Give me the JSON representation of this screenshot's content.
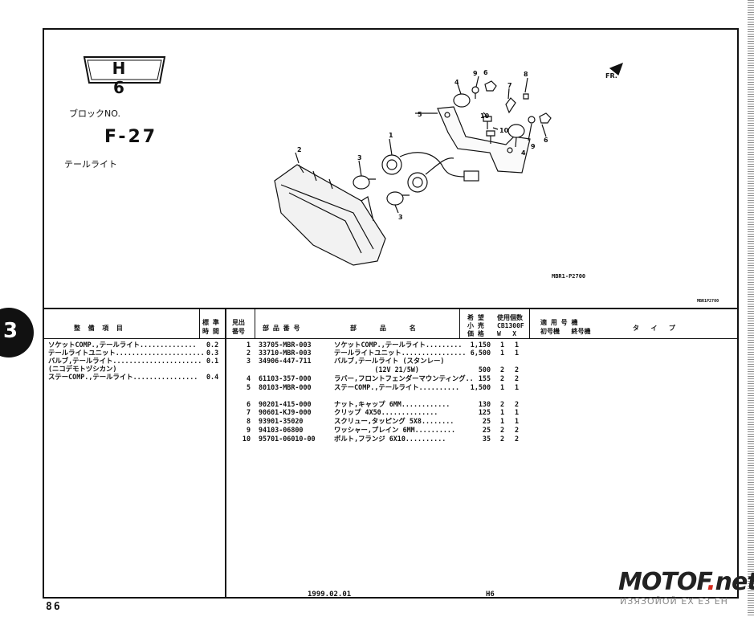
{
  "header": {
    "badge": "H 6",
    "block_label": "ブロックNO.",
    "block_number": "F-27",
    "title": "テールライト",
    "fr_label": "FR.",
    "diagram_code": "MBR1-P2700",
    "diagram_code_small": "MBR1P2700"
  },
  "side_tab": "3",
  "callouts": [
    "1",
    "2",
    "3",
    "3",
    "4",
    "4",
    "5",
    "6",
    "6",
    "7",
    "8",
    "9",
    "9",
    "10",
    "10"
  ],
  "table_headers": {
    "service_item": "整  備  項  目",
    "standard_time": "標 準\n時 間",
    "ref_no": "見出\n番号",
    "part_no": "部 品 番 号",
    "part_name": "部      品      名",
    "price": "希 望\n小 売\n価 格",
    "usage_qty": "使用個数\nCB1300F\nW   X",
    "applicable": "適 用 号 機\n初号機   終号機",
    "type": "タ   イ   プ"
  },
  "service_items": [
    {
      "name": "ソケットCOMP.,テールライト..............",
      "time": "0.2"
    },
    {
      "name": "テールライトユニット......................",
      "time": "0.3"
    },
    {
      "name": "バルブ,テールライト......................",
      "time": "0.1"
    },
    {
      "name": "(ニコデモトヅシカン)",
      "time": ""
    },
    {
      "name": "ステーCOMP.,テールライト................",
      "time": "0.4"
    }
  ],
  "parts": [
    {
      "ref": "1",
      "part_no": "33705-MBR-003",
      "name": "ソケットCOMP.,テールライト.........",
      "price": "1,150",
      "w": "1",
      "x": "1"
    },
    {
      "ref": "2",
      "part_no": "33710-MBR-003",
      "name": "テールライトユニット................",
      "price": "6,500",
      "w": "1",
      "x": "1"
    },
    {
      "ref": "3",
      "part_no": "34906-447-711",
      "name": "バルブ,テールライト (スタンレー)",
      "price": "",
      "w": "",
      "x": ""
    },
    {
      "ref": "",
      "part_no": "",
      "name": "          (12V 21/5W)",
      "price": "500",
      "w": "2",
      "x": "2"
    },
    {
      "ref": "4",
      "part_no": "61103-357-000",
      "name": "ラバー,フロントフェンダーマウンティング..",
      "price": "155",
      "w": "2",
      "x": "2"
    },
    {
      "ref": "5",
      "part_no": "80103-MBR-000",
      "name": "ステーCOMP.,テールライト..........",
      "price": "1,500",
      "w": "1",
      "x": "1"
    },
    {
      "ref": "6",
      "part_no": "90201-415-000",
      "name": "ナット,キャップ 6MM............",
      "price": "130",
      "w": "2",
      "x": "2"
    },
    {
      "ref": "7",
      "part_no": "90601-KJ9-000",
      "name": "クリップ 4X50..............",
      "price": "125",
      "w": "1",
      "x": "1"
    },
    {
      "ref": "8",
      "part_no": "93901-35020",
      "name": "スクリュー,タッピング 5X8........",
      "price": "25",
      "w": "1",
      "x": "1"
    },
    {
      "ref": "9",
      "part_no": "94103-06800",
      "name": "ワッシャー,プレイン 6MM..........",
      "price": "25",
      "w": "2",
      "x": "2"
    },
    {
      "ref": "10",
      "part_no": "95701-06010-00",
      "name": "ボルト,フランジ 6X10..........",
      "price": "35",
      "w": "2",
      "x": "2"
    }
  ],
  "footer": {
    "page_number": "86",
    "date": "1999.02.01",
    "code": "H6",
    "watermark": "MOTOF.net",
    "watermark_sub": "ИЗЯЗОЙОЙ ЕХ ЕЗ ЕН"
  }
}
